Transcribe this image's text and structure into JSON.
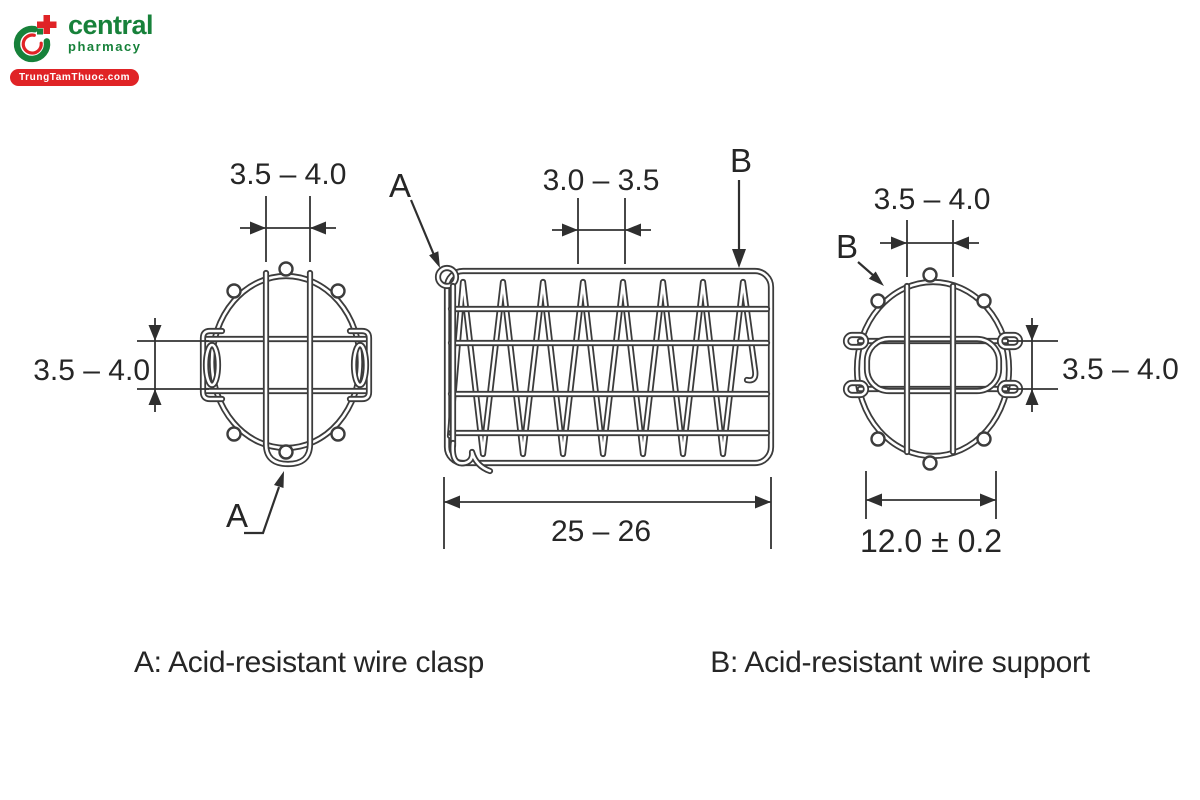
{
  "logo": {
    "brand": "central",
    "tagline": "pharmacy",
    "site": "TrungTamThuoc.com",
    "green": "#17813a",
    "red": "#e02326"
  },
  "left_view": {
    "top_dim": "3.5 – 4.0",
    "side_dim": "3.5 – 4.0",
    "clasp_label": "A"
  },
  "side_view": {
    "pitch_dim": "3.0 – 3.5",
    "length_dim": "25 – 26",
    "clasp_label": "A",
    "support_label": "B"
  },
  "right_view": {
    "top_dim": "3.5 – 4.0",
    "side_dim": "3.5 – 4.0",
    "diameter_dim": "12.0 ± 0.2",
    "support_label": "B"
  },
  "captions": {
    "clasp": "A: Acid-resistant wire clasp",
    "support": "B: Acid-resistant wire support"
  },
  "colors": {
    "line": "#3c3c3c",
    "text": "#262626"
  }
}
